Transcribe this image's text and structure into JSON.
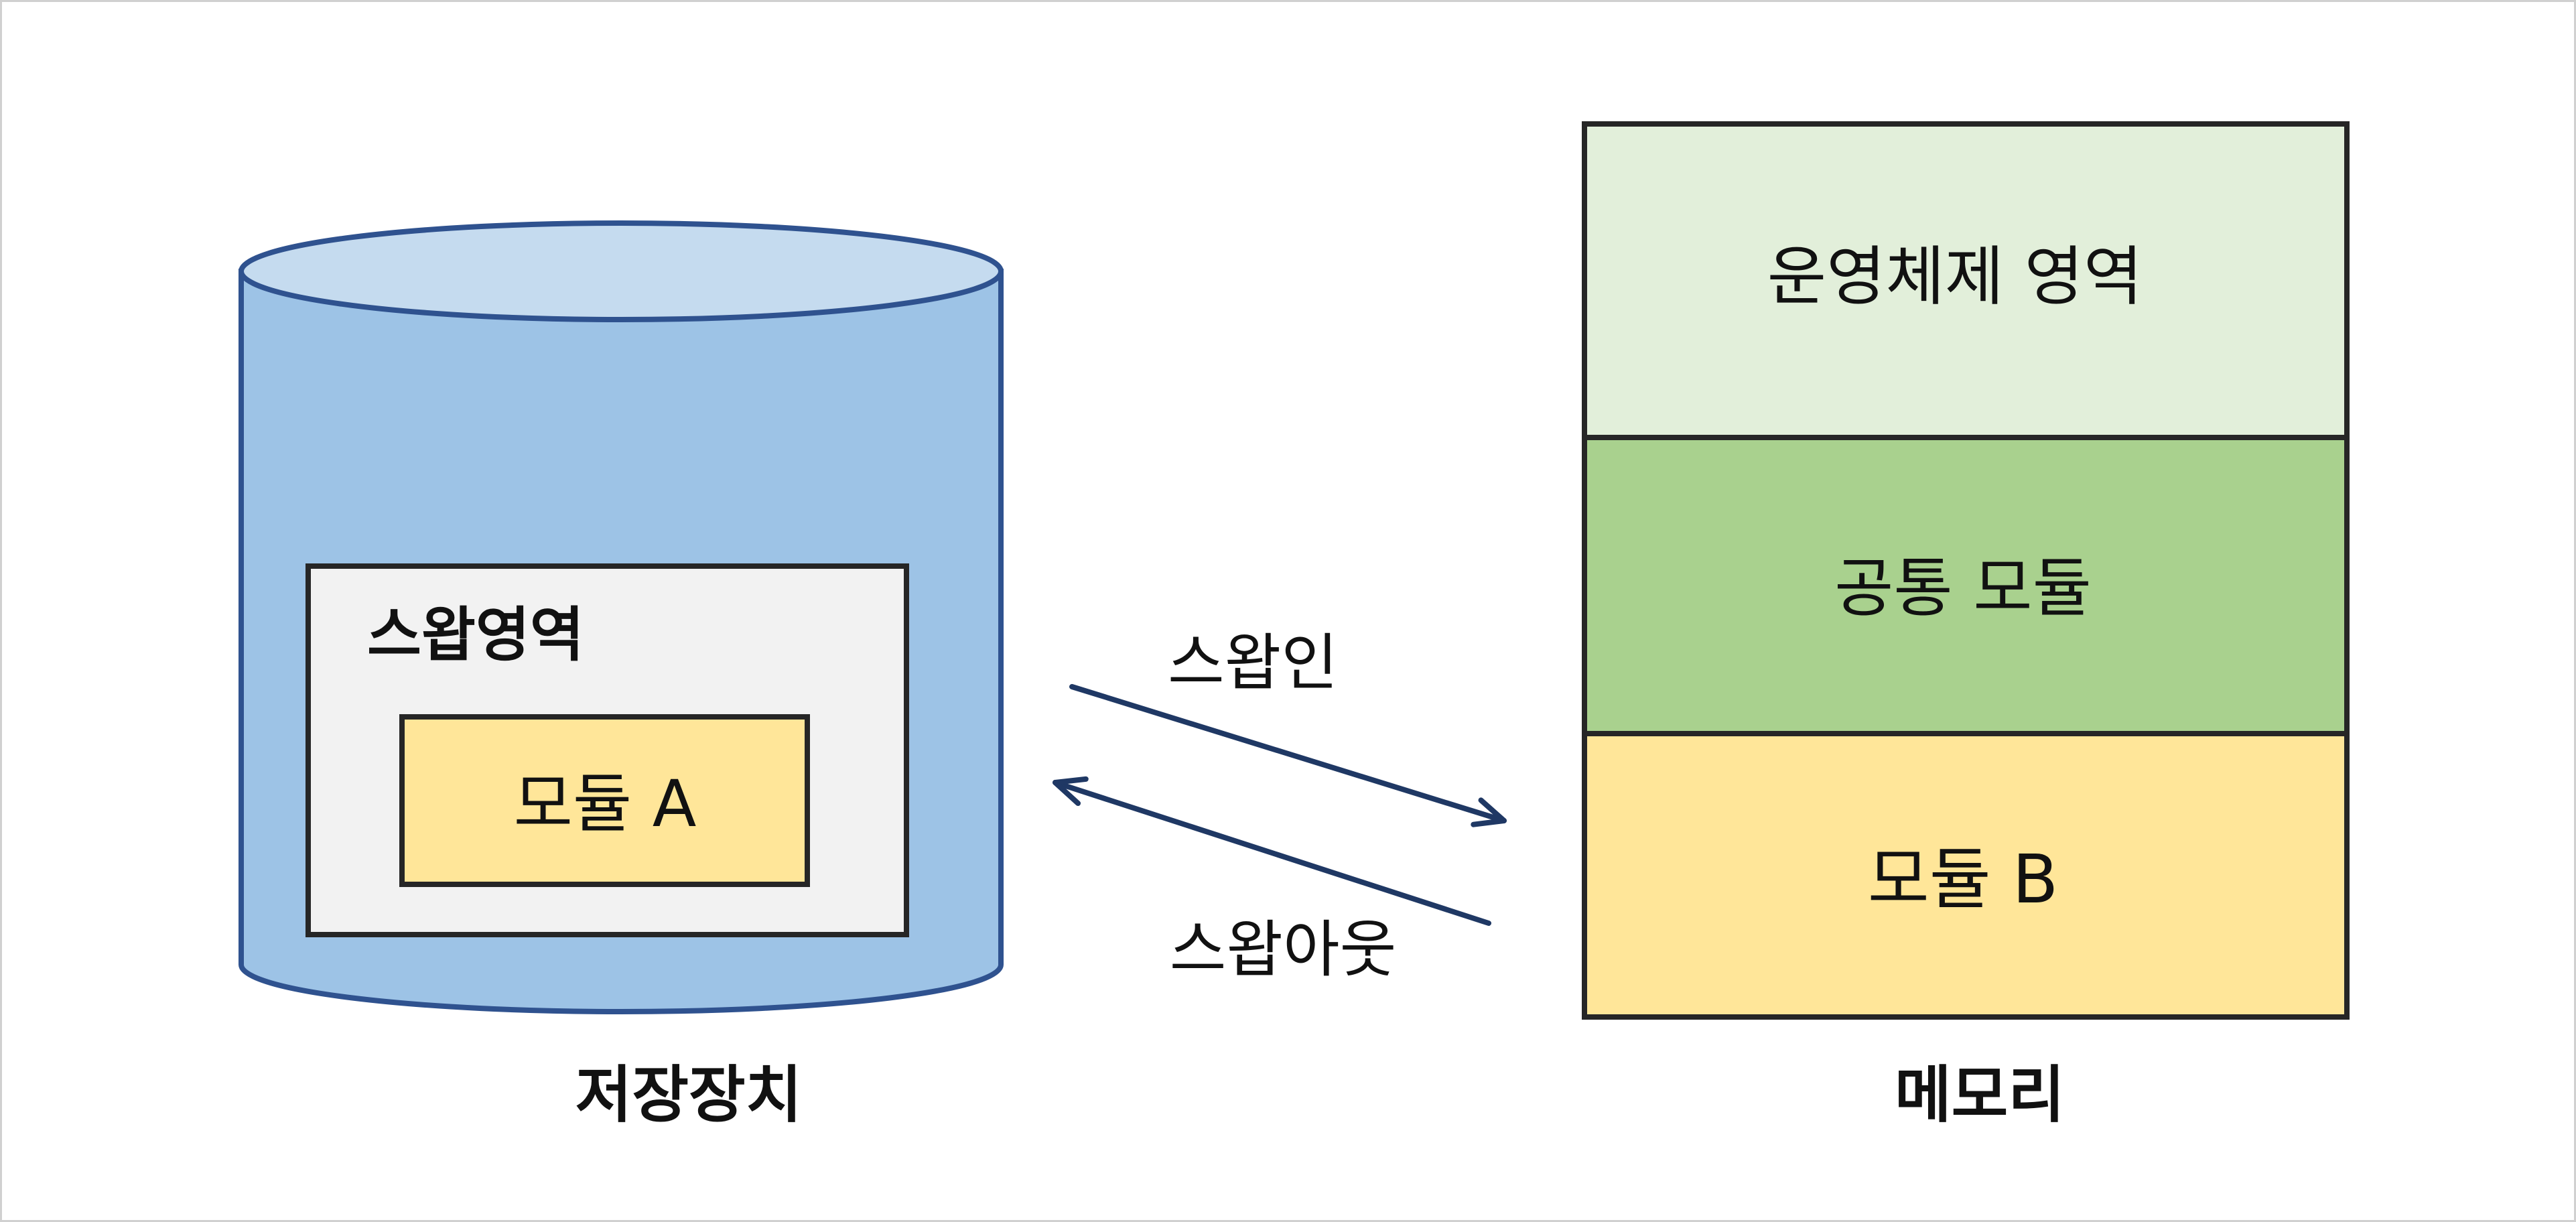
{
  "storage": {
    "caption": "저장장치",
    "swap_area_label": "스왑영역",
    "module_label": "모듈 A"
  },
  "memory": {
    "caption": "메모리",
    "os_area_label": "운영체제 영역",
    "common_module_label": "공통 모듈",
    "module_label": "모듈 B"
  },
  "arrows": {
    "swap_in_label": "스왑인",
    "swap_out_label": "스왑아웃"
  },
  "colors": {
    "cylinder_body": "#9dc3e6",
    "cylinder_top": "#c5dbef",
    "cylinder_stroke": "#2f528f",
    "swap_area_fill": "#f2f2f2",
    "module_fill": "#ffe699",
    "os_area_fill": "#e2efda",
    "common_module_fill": "#a9d18e",
    "box_stroke": "#262626",
    "arrow_stroke": "#1f3864"
  }
}
